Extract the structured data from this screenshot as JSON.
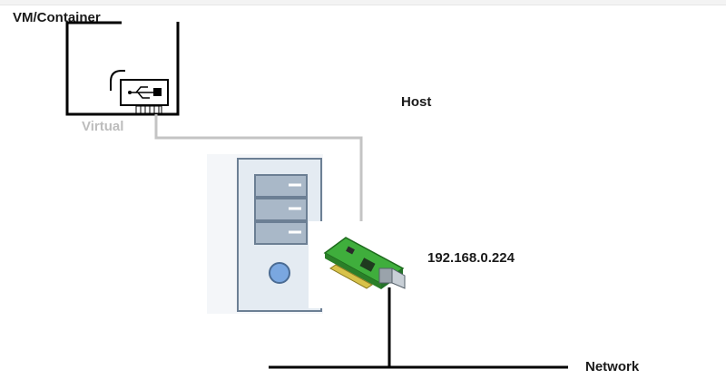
{
  "labels": {
    "vm_title": "VM/Container",
    "virtual": "Virtual",
    "host": "Host",
    "ip_address": "192.168.0.224",
    "network": "Network"
  },
  "icons": {
    "vm_box": "vm-container-icon",
    "virtual_nic": "virtual-nic-icon",
    "server": "server-tower-icon",
    "physical_nic": "network-card-icon"
  },
  "colors": {
    "line": "#000000",
    "virtual_link": "#c4c4c4",
    "virtual_text": "#bdbdbd",
    "server_body": "#dde6ef",
    "server_border": "#6c7f94",
    "nic_board": "#3fae3c",
    "nic_contacts": "#d8c24a"
  }
}
